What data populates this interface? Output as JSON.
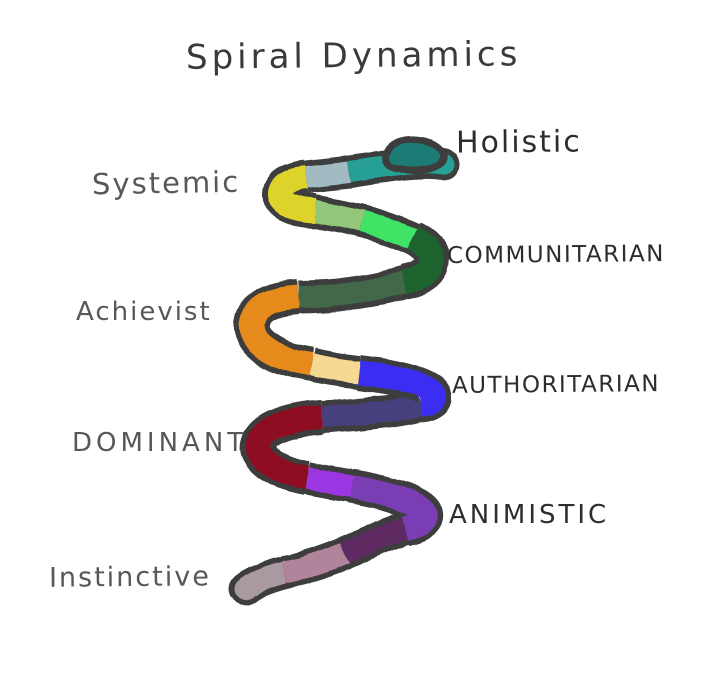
{
  "title": "Spiral Dynamics",
  "levels": [
    {
      "label": "Holistic",
      "side": "right",
      "color": "#26a095"
    },
    {
      "label": "Systemic",
      "side": "left",
      "color": "#ddd32b"
    },
    {
      "label": "COMMUNITARIAN",
      "side": "right",
      "color": "#1e642f"
    },
    {
      "label": "Achievist",
      "side": "left",
      "color": "#e68a1b"
    },
    {
      "label": "AUTHORITARIAN",
      "side": "right",
      "color": "#3b2ff2"
    },
    {
      "label": "DOMINANT",
      "side": "left",
      "color": "#8e1024"
    },
    {
      "label": "ANIMISTIC",
      "side": "right",
      "color": "#7a3eb4"
    },
    {
      "label": "Instinctive",
      "side": "left",
      "color": "#a89aa0"
    }
  ],
  "colors": {
    "background": "#ffffff",
    "outline": "#3e3e3e",
    "title_ink": "#3a3a3a",
    "left_label_ink": "#585858",
    "right_label_ink": "#2d2d2d"
  },
  "spiral": {
    "segments": [
      {
        "name": "instinctive-gray-end",
        "color": "#a89aa0"
      },
      {
        "name": "mauve-band",
        "color": "#b2849b"
      },
      {
        "name": "plum-band",
        "color": "#5e2c62"
      },
      {
        "name": "animistic-purple-curve",
        "color": "#7a3eb4"
      },
      {
        "name": "indigo-band",
        "color": "#46417e"
      },
      {
        "name": "dominant-red-curve",
        "color": "#8e1024"
      },
      {
        "name": "violet-band",
        "color": "#9c36e2"
      },
      {
        "name": "pale-gold-band",
        "color": "#f5d992"
      },
      {
        "name": "authoritarian-blue-curve",
        "color": "#3b2ff2"
      },
      {
        "name": "sage-green-band",
        "color": "#42684a"
      },
      {
        "name": "achievist-orange-curve",
        "color": "#e68a1b"
      },
      {
        "name": "bright-green-band",
        "color": "#3fe366"
      },
      {
        "name": "light-green-band",
        "color": "#92c678"
      },
      {
        "name": "communitarian-green-curve",
        "color": "#1e642f"
      },
      {
        "name": "holistic-teal-band",
        "color": "#26a095"
      },
      {
        "name": "blue-gray-band",
        "color": "#a2bac1"
      },
      {
        "name": "systemic-yellow-curve",
        "color": "#ddd32b"
      },
      {
        "name": "teal-curl-knob",
        "color": "#1e7b75"
      }
    ]
  }
}
